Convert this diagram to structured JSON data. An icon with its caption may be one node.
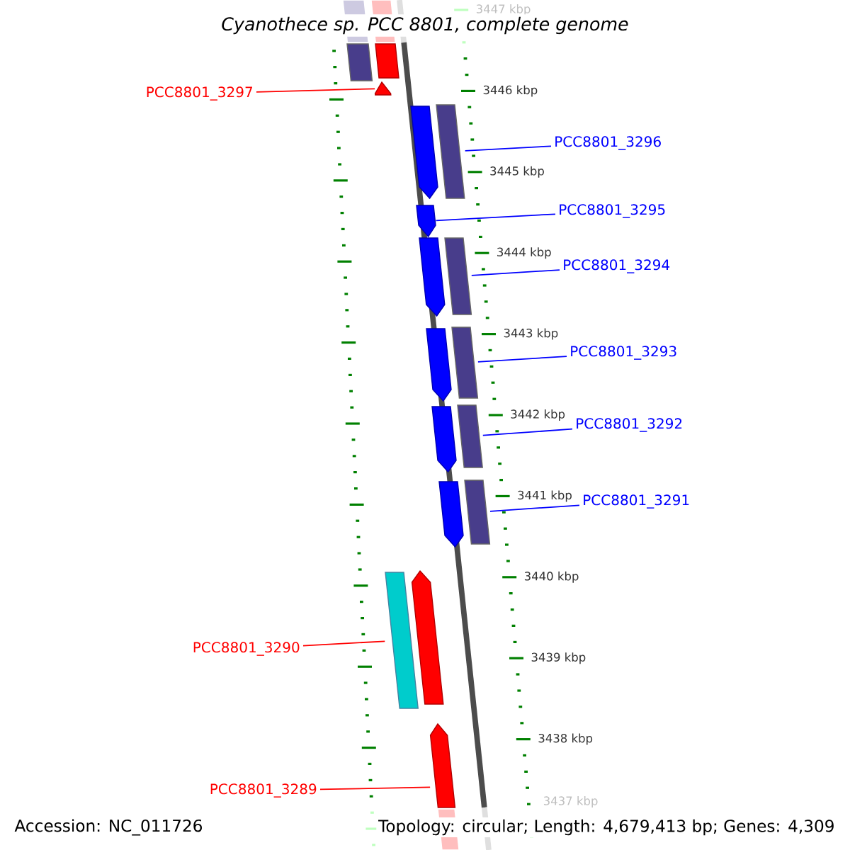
{
  "diagram": {
    "title": "Cyanothece sp. PCC 8801, complete genome",
    "nodes": [
      {
        "text": [
          "PCC8801_3297"
        ]
      },
      {
        "text": [
          "PCC8801_3296"
        ]
      },
      {
        "text": [
          "PCC8801_3295"
        ]
      },
      {
        "text": [
          "PCC8801_3294"
        ]
      },
      {
        "text": [
          "PCC8801_3293"
        ]
      },
      {
        "text": [
          "PCC8801_3292"
        ]
      },
      {
        "text": [
          "PCC8801_3291"
        ]
      },
      {
        "text": [
          "PCC8801_3290"
        ]
      },
      {
        "text": [
          "PCC8801_3289"
        ]
      },
      {
        "text": [],
        "shape": "bar"
      },
      {
        "text": [],
        "shape": "bar"
      },
      {
        "text": [],
        "shape": "pentagon"
      },
      {
        "text": [],
        "shape": "pentagon"
      },
      {
        "text": [],
        "shape": "bar"
      },
      {
        "text": [],
        "shape": "pentagon"
      },
      {
        "text": [],
        "shape": "pentagon"
      },
      {
        "text": [],
        "shape": "bar"
      },
      {
        "text": [],
        "shape": "pentagon"
      },
      {
        "text": [],
        "shape": "bar"
      },
      {
        "text": [],
        "shape": "pentagon"
      },
      {
        "text": [],
        "shape": "bar"
      },
      {
        "text": [],
        "shape": "pentagon"
      },
      {
        "text": [],
        "shape": "bar"
      },
      {
        "text": [],
        "shape": "bar"
      },
      {
        "text": [],
        "shape": "pentagon"
      },
      {
        "text": [],
        "shape": "pentagon"
      }
    ],
    "edges": [
      {
        "from": 0,
        "to": 11,
        "arrow": "none",
        "color": "#ff0000"
      },
      {
        "from": 1,
        "to": 13,
        "arrow": "none"
      },
      {
        "from": 2,
        "to": 14,
        "arrow": "none"
      },
      {
        "from": 3,
        "to": 16,
        "arrow": "none"
      },
      {
        "from": 4,
        "to": 18,
        "arrow": "none"
      },
      {
        "from": 5,
        "to": 20,
        "arrow": "none"
      },
      {
        "from": 6,
        "to": 22,
        "arrow": "none"
      },
      {
        "from": 7,
        "to": 23,
        "arrow": "none",
        "color": "#ff0000"
      },
      {
        "from": 8,
        "to": 25,
        "arrow": "none",
        "color": "#ff0000"
      }
    ],
    "labels": [
      "3447 kbp",
      "3446 kbp",
      "3445 kbp",
      "3444 kbp",
      "3443 kbp",
      "3442 kbp",
      "3441 kbp",
      "3440 kbp",
      "3439 kbp",
      "3438 kbp",
      "3437 kbp",
      "Accession: NC_011726",
      "Topology: circular; Length: 4,679,413 bp; Genes: 4,309"
    ]
  }
}
